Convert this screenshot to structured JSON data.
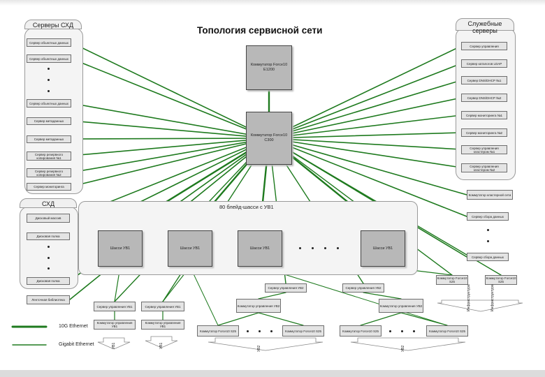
{
  "title": "Топология сервисной сети",
  "left_panel": {
    "tab": "Серверы СХД",
    "items": [
      "Сервер объектных данных",
      "Сервер объектных данных",
      "Сервер объектных данных",
      "Сервер метаданных",
      "Сервер метаданных",
      "Сервер резервного копирования №1",
      "Сервер резервного копирования №2",
      "Сервер мониторинга"
    ]
  },
  "sxd_panel": {
    "tab": "СХД",
    "items": [
      "Дисковый массив",
      "Дисковая полка",
      "Дисковая полка",
      "Ленточная библиотека"
    ]
  },
  "right_panel": {
    "tab": "Служебные серверы",
    "items": [
      "Сервер управления",
      "Сервер каталогов LDAP",
      "Сервер DNS/DHCP №1",
      "Сервер DNS/DHCP №2",
      "Сервер мониторинга №1",
      "Сервер мониторинга №2",
      "Сервер управления кластером №1",
      "Сервер управления кластером №2"
    ]
  },
  "core": {
    "top_switch": "Коммутатор Force10 E1200",
    "center_switch": "Коммутатор Force10 C300"
  },
  "right_side": [
    "Коммутатор кластерной сети",
    "Сервер сбора данных",
    "Сервер сбора данных"
  ],
  "band": {
    "label": "80 блейд-шасси с УВ1",
    "chassis": [
      "Шасси УВ1",
      "Шасси УВ1",
      "Шасси УВ1",
      "Шасси УВ1"
    ]
  },
  "groups": {
    "uv1_mgmt": [
      "Сервер управления УВ1",
      "Сервер управления УВ1"
    ],
    "uv1_switch": [
      "Коммутатор управления УВ1",
      "Коммутатор управления УВ1"
    ],
    "uv2_mgmt": [
      "Сервер управления УВ2",
      "Сервер управления УВ2"
    ],
    "uv2_switch": [
      "Коммутатор управления УВ2",
      "Коммутатор управления УВ2"
    ],
    "uv2_leaf": [
      "Коммутатор Force10 S25",
      "Коммутатор Force10 S25",
      "Коммутатор Force10 S25",
      "Коммутатор Force10 S25"
    ],
    "force10_s25": [
      "Коммутатор Force10 S25",
      "Коммутатор Force10 S25"
    ]
  },
  "vertical_labels": {
    "uv1": "УВ1",
    "uv2": "УВ2",
    "infra": "Инфраструктура",
    "infra2": "Инфраструктура"
  },
  "legend": {
    "thick": "10G Ethernet",
    "thin": "Gigabit Ethernet"
  },
  "colors": {
    "link": "#1e7a1e",
    "switch": "#b8b8b8",
    "node": "#e4e4e4",
    "panel": "#f4f4f4"
  }
}
